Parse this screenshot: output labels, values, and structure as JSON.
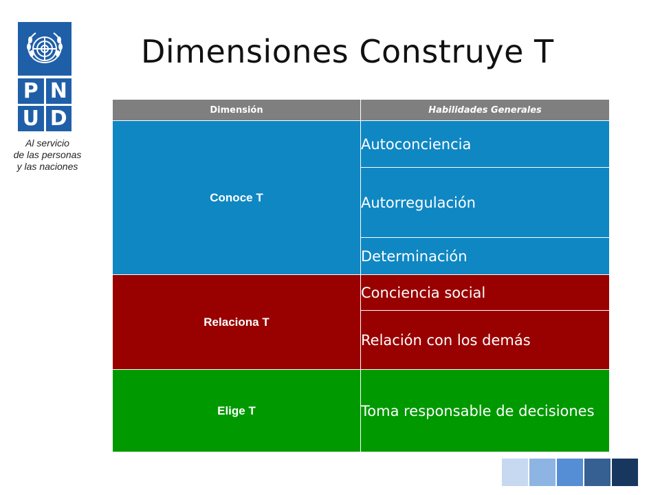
{
  "logo": {
    "emblem": "un-emblem-icon",
    "letters": [
      "P",
      "N",
      "U",
      "D"
    ],
    "tagline": [
      "Al servicio",
      "de las personas",
      "y las naciones"
    ]
  },
  "title": "Dimensiones Construye T",
  "table": {
    "headers": [
      "Dimensión",
      "Habilidades Generales"
    ],
    "groups": [
      {
        "dimension": "Conoce T",
        "color": "#0f87c3",
        "skills": [
          "Autoconciencia",
          "Autorregulación",
          "Determinación"
        ]
      },
      {
        "dimension": "Relaciona T",
        "color": "#990000",
        "skills": [
          "Conciencia social",
          "Relación con los demás"
        ]
      },
      {
        "dimension": "Elige T",
        "color": "#009900",
        "skills": [
          "Toma responsable de decisiones"
        ]
      }
    ]
  },
  "decor_squares": [
    "#c6d9f1",
    "#8eb4e3",
    "#558ed5",
    "#376092",
    "#17375e"
  ]
}
